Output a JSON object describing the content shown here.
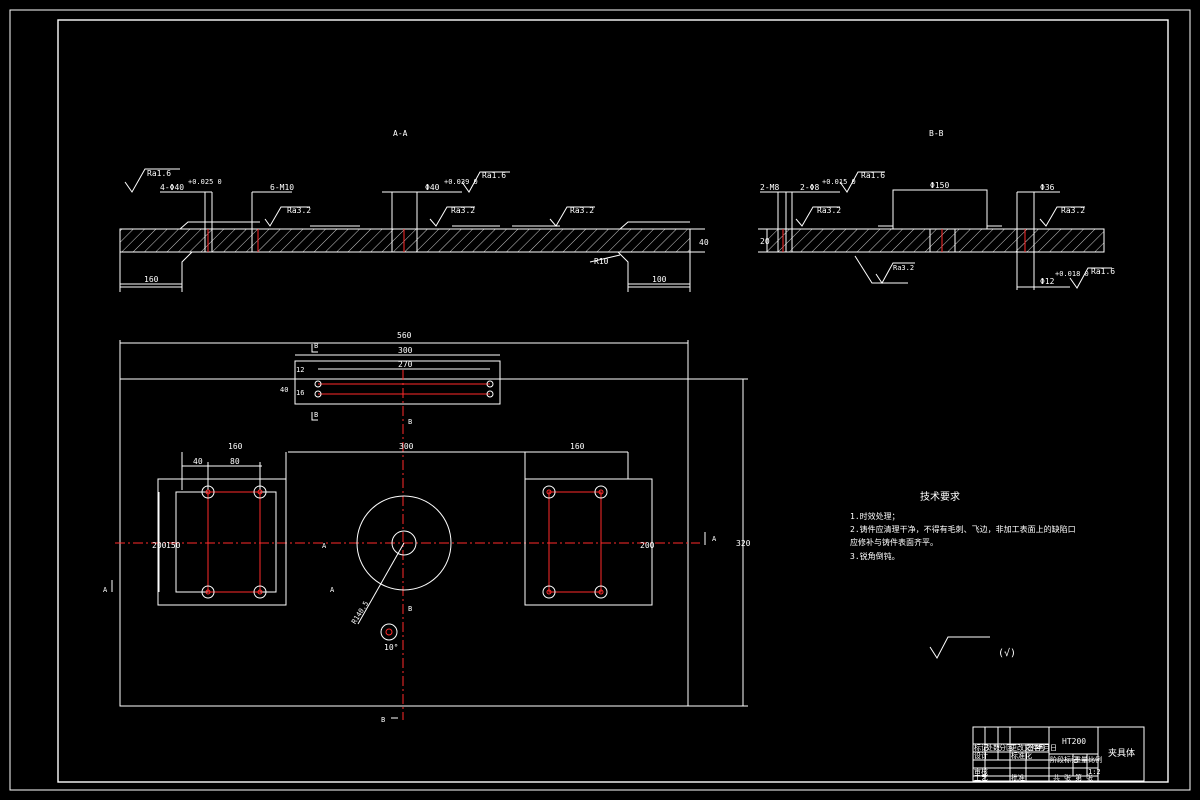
{
  "views": {
    "section_a_label": "A-A",
    "section_b_label": "B-B"
  },
  "section_aa": {
    "rough_left": "Ra1.6",
    "hole_left": "4-Φ40",
    "hole_left_tol": "+0.025\n0",
    "hole_mid": "6-M10",
    "rough_mid": "Ra3.2",
    "hole_center": "Φ40",
    "hole_center_tol": "+0.039\n0",
    "rough_center": "Ra1.6",
    "rough_center2": "Ra3.2",
    "rough_right": "Ra3.2",
    "dim_left": "160",
    "dim_right": "100",
    "radius": "R10",
    "height": "40"
  },
  "section_bb": {
    "hole_left": "2-M8",
    "hole_left2": "2-Φ8",
    "hole_left2_tol": "+0.015\n0",
    "rough_top": "Ra1.6",
    "dim_center": "Φ150",
    "rough_left": "Ra3.2",
    "dim_right": "Φ36",
    "rough_right": "Ra3.2",
    "rough_bottom": "Ra3.2",
    "bottom_hole": "Φ12",
    "bottom_hole_tol": "+0.018\n0",
    "rough_bottom_right": "Ra1.6",
    "height": "20"
  },
  "plan_view": {
    "overall_width": "560",
    "overall_height": "320",
    "slot_width": "300",
    "slot_inner": "270",
    "slot_height": "40",
    "slot_h1": "12",
    "slot_h2": "16",
    "center_dim": "300",
    "left_block_width": "160",
    "left_hole_pitch_a": "40",
    "left_hole_pitch_b": "80",
    "right_block_width": "160",
    "left_block_height": "200",
    "left_hole_height": "150",
    "right_block_height": "200",
    "angled_dim": "R140.5",
    "angle": "10°",
    "section_mark_a": "A",
    "section_mark_b": "B"
  },
  "notes": {
    "title": "技术要求",
    "lines": [
      "1.时效处理；",
      "2.铸件应清理干净，不得有毛刺、飞边，非加工表面上的缺陷口",
      "应修补与铸件表面齐平。",
      "3.锐角倒钝。"
    ]
  },
  "roughness_symbol": {
    "other": "(√)"
  },
  "title_block": {
    "material": "HT200",
    "part_name": "夹具体",
    "row_labels": [
      "标记",
      "处数",
      "分区",
      "更改文件号",
      "签名",
      "年月日"
    ],
    "row2": [
      "设计",
      "标准化"
    ],
    "row3": [
      "审核"
    ],
    "row4": [
      "工艺",
      "批准"
    ],
    "stage_labels": [
      "阶段标记",
      "重量",
      "比例"
    ],
    "scale": "1:2",
    "sheet": [
      "共",
      "张",
      "第",
      "张"
    ]
  }
}
